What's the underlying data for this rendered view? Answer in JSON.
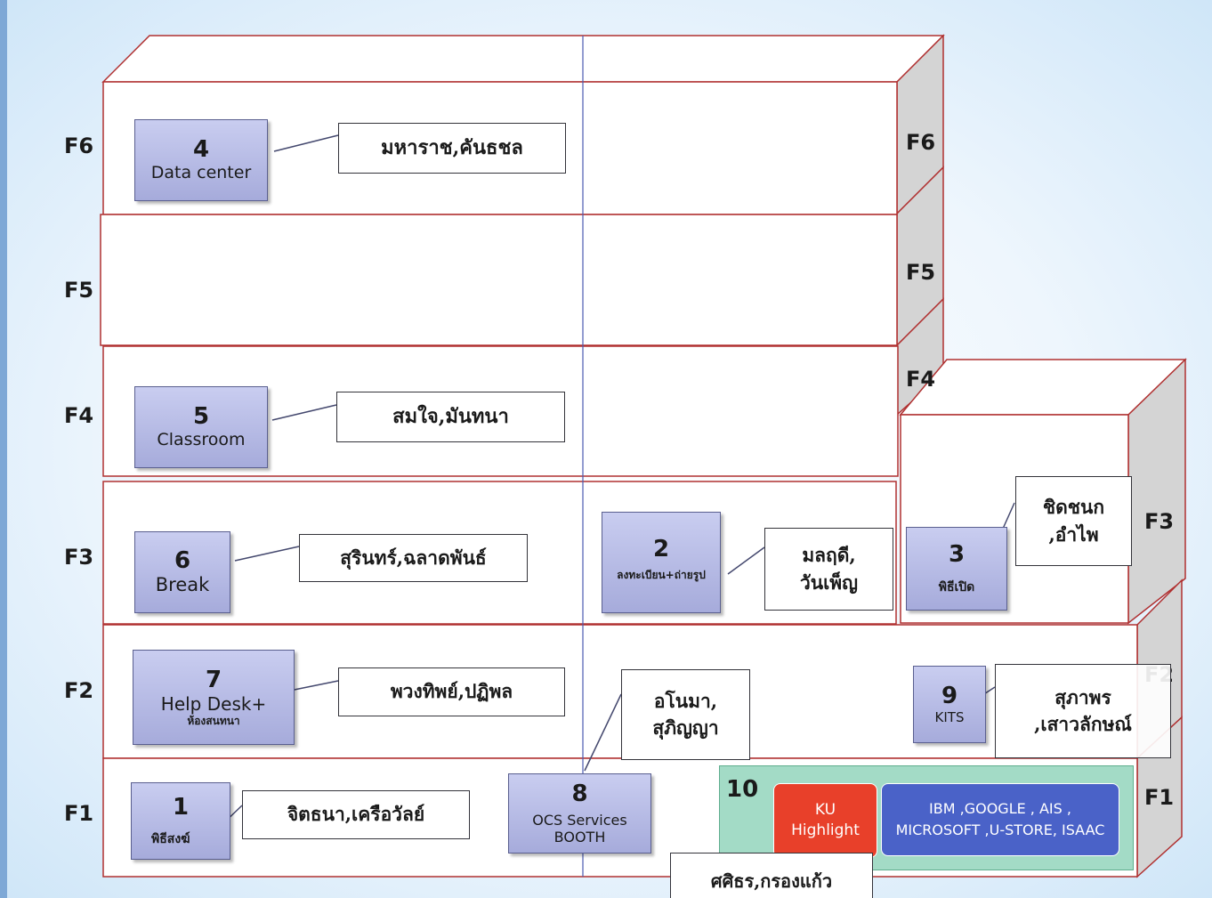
{
  "floor_labels": {
    "f6": "F6",
    "f5": "F5",
    "f4": "F4",
    "f3": "F3",
    "f2": "F2",
    "f1": "F1"
  },
  "rooms": {
    "r4": {
      "number": "4",
      "name": "Data center"
    },
    "r5": {
      "number": "5",
      "name": "Classroom"
    },
    "r6": {
      "number": "6",
      "name": "Break"
    },
    "r2": {
      "number": "2",
      "name": "ลงทะเบียน+ถ่ายรูป"
    },
    "r3": {
      "number": "3",
      "name": "พิธีเปิด"
    },
    "r7": {
      "number": "7",
      "name": "Help Desk+",
      "sub": "ห้องสนทนา"
    },
    "r9": {
      "number": "9",
      "name": "KITS"
    },
    "r1": {
      "number": "1",
      "name": "พิธีสงฆ์"
    },
    "r8": {
      "number": "8",
      "name": "OCS Services",
      "sub": "BOOTH"
    }
  },
  "zone10": {
    "number": "10",
    "ku_highlight": "KU Highlight",
    "sponsors": "IBM ,GOOGLE , AIS , MICROSOFT ,U-STORE, ISAAC"
  },
  "staff_boxes": {
    "b4": {
      "line1": "มหาราช,คันธชล"
    },
    "b5": {
      "line1": "สมใจ,มันทนา"
    },
    "b6": {
      "line1": "สุรินทร์,ฉลาดพันธ์"
    },
    "b2": {
      "line1": "มลฤดี,",
      "line2": "วันเพ็ญ"
    },
    "b3": {
      "line1": "ชิดชนก",
      "line2": ",อำไพ"
    },
    "b7": {
      "line1": "พวงทิพย์,ปฏิพล"
    },
    "b8": {
      "line1": "อโนมา,",
      "line2": "สุภิญญา"
    },
    "b9": {
      "line1": "สุภาพร",
      "line2": ",เสาวลักษณ์"
    },
    "b1": {
      "line1": "จิตธนา,เครือวัลย์"
    },
    "b10": {
      "line1": "ศศิธร,กรองแก้ว"
    }
  },
  "colors": {
    "floor_outline": "#b03030",
    "side_face": "#d4d4d4",
    "room_fill": "#b6bae6",
    "center_line": "#4a5ab0",
    "zone_green": "#a3dbc6",
    "ku_red": "#e8402a",
    "sponsor_blue": "#4a62c8"
  }
}
